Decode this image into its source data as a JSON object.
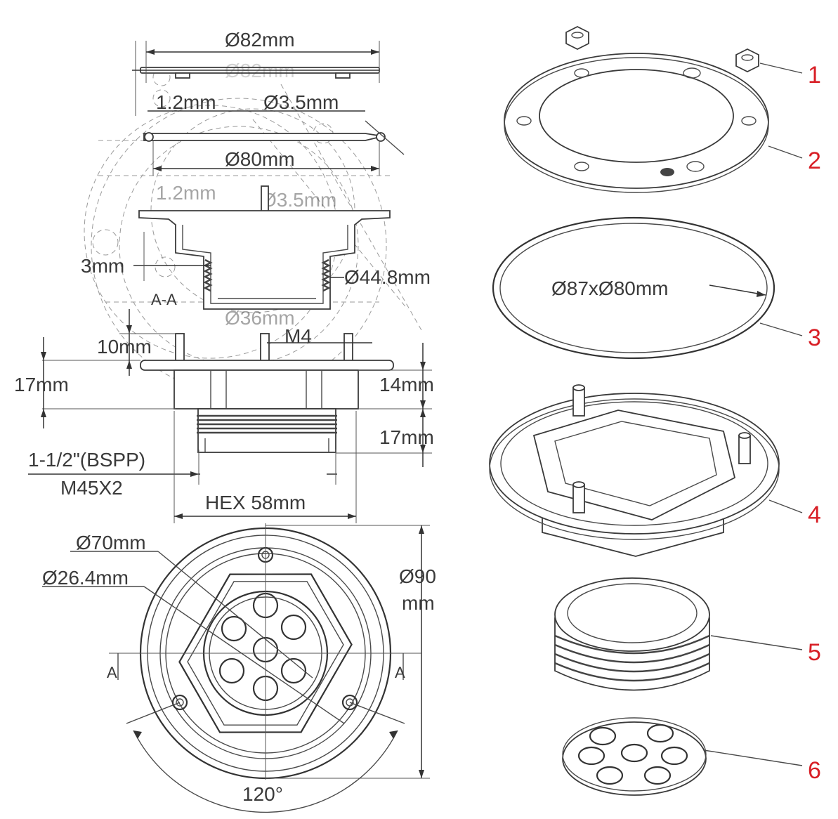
{
  "drawing": {
    "top_dims": {
      "outer_diameter": "Ø82mm",
      "outer_diameter_ghost": "Ø82mm",
      "plate_thickness": "1.2mm",
      "hole_diameter": "Ø3.5mm",
      "inner_diameter": "Ø80mm",
      "plate_thickness_ghost": "1.2mm",
      "hole_diameter_ghost": "Ø3.5mm"
    },
    "section": {
      "depth": "3mm",
      "section_label": "A-A",
      "bore": "Ø44.8mm",
      "bore_ghost": "Ø36mm"
    },
    "side": {
      "stud_height": "10mm",
      "stud_thread": "M4",
      "total_height": "17mm",
      "hex_height": "14mm",
      "thread_length": "17mm",
      "thread_spec": "1-1/2\"(BSPP)",
      "thread_metric": "M45X2",
      "hex_size": "HEX 58mm"
    },
    "bottom": {
      "inner_diameter": "Ø70mm",
      "hole_diameter": "Ø26.4mm",
      "outer_diameter_line1": "Ø90",
      "outer_diameter_line2": "mm",
      "section_mark_left": "A",
      "section_mark_right": "A",
      "angle": "120°"
    }
  },
  "parts": [
    {
      "number": "1",
      "name": "nut"
    },
    {
      "number": "2",
      "name": "mounting-ring"
    },
    {
      "number": "3",
      "name": "o-ring",
      "label": "Ø87xØ80mm"
    },
    {
      "number": "4",
      "name": "hex-housing"
    },
    {
      "number": "5",
      "name": "threaded-insert"
    },
    {
      "number": "6",
      "name": "grommet-plate"
    }
  ],
  "colors": {
    "callout": "#d81f26",
    "line": "#3a3a3a"
  }
}
